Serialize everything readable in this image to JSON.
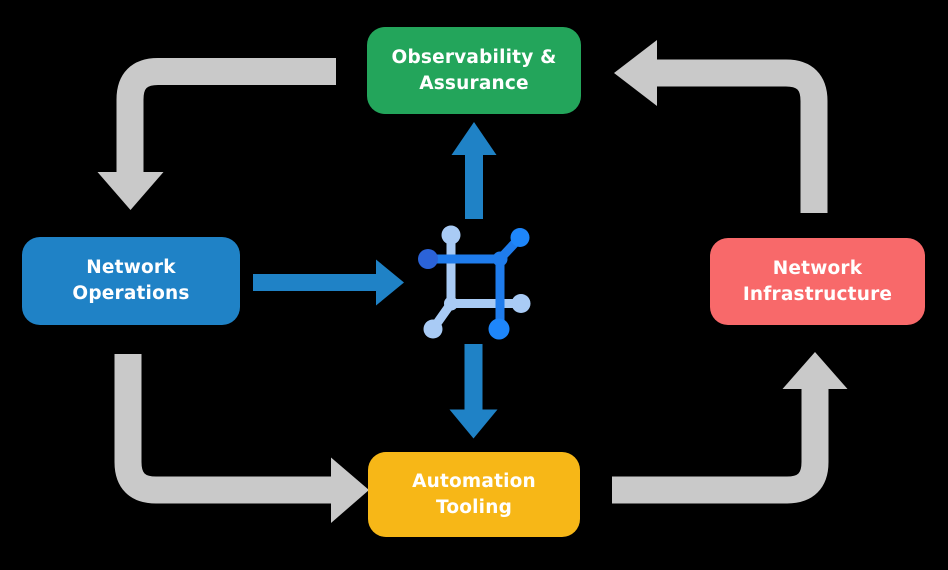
{
  "colors": {
    "green": "#23a55b",
    "blue": "#1f82c6",
    "red": "#f8696a",
    "yellow": "#f7b717",
    "gray": "#c9c9c9",
    "icon-dark": "#1f7cec",
    "icon-dark-node": "#2b63d8",
    "icon-bright-node": "#1e86fa",
    "icon-light": "#a9cbf5",
    "text": "#ffffff",
    "background": "#000000"
  },
  "nodes": {
    "observability": {
      "line1": "Observability &",
      "line2": "Assurance"
    },
    "operations": {
      "line1": "Network",
      "line2": "Operations"
    },
    "infrastructure": {
      "line1": "Network",
      "line2": "Infrastructure"
    },
    "automation": {
      "line1": "Automation",
      "line2": "Tooling"
    }
  },
  "center_icon": {
    "name": "network-fabric-icon"
  },
  "flows": [
    {
      "from": "observability-assurance",
      "to": "network-operations",
      "style": "gray"
    },
    {
      "from": "network-operations",
      "to": "automation-tooling",
      "style": "gray"
    },
    {
      "from": "automation-tooling",
      "to": "network-infrastructure",
      "style": "gray"
    },
    {
      "from": "network-infrastructure",
      "to": "observability-assurance",
      "style": "gray"
    },
    {
      "from": "network-operations",
      "to": "network-fabric-icon",
      "style": "blue"
    },
    {
      "from": "network-fabric-icon",
      "to": "observability-assurance",
      "style": "blue"
    },
    {
      "from": "network-fabric-icon",
      "to": "automation-tooling",
      "style": "blue"
    }
  ]
}
